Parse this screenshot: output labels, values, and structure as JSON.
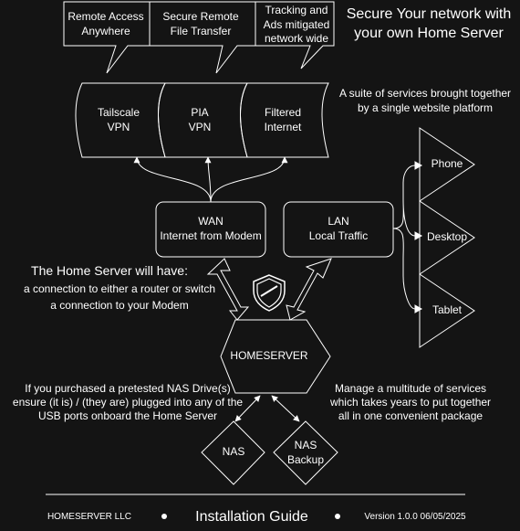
{
  "headline": [
    "Secure Your network with",
    "your own Home Server"
  ],
  "callouts": [
    {
      "lines": [
        "Remote Access",
        "Anywhere"
      ]
    },
    {
      "lines": [
        "Secure Remote",
        "File Transfer"
      ]
    },
    {
      "lines": [
        "Tracking and",
        "Ads mitigated",
        "network wide"
      ]
    }
  ],
  "services": [
    {
      "lines": [
        "Tailscale",
        "VPN"
      ]
    },
    {
      "lines": [
        "PIA",
        "VPN"
      ]
    },
    {
      "lines": [
        "Filtered",
        "Internet"
      ]
    }
  ],
  "suite_note": [
    "A suite of services brought together",
    "by a single website platform"
  ],
  "wan": [
    "WAN",
    "Internet from Modem"
  ],
  "lan": [
    "LAN",
    "Local Traffic"
  ],
  "devices": [
    "Phone",
    "Desktop",
    "Tablet"
  ],
  "home_server": "HOMESERVER",
  "requirements": {
    "title": "The Home Server will have:",
    "lines": [
      "a connection to either a router or switch",
      "a connection to your Modem"
    ]
  },
  "nas_note": [
    "If you purchased a pretested NAS Drive(s)",
    "ensure (it is) / (they are) plugged into any of the",
    "USB ports onboard the Home Server"
  ],
  "manage_note": [
    "Manage a multitude of services",
    "which takes years to put together",
    "all in one convenient package"
  ],
  "nas": [
    "NAS"
  ],
  "nas_backup": [
    "NAS",
    "Backup"
  ],
  "footer": {
    "company": "HOMESERVER LLC",
    "title": "Installation Guide",
    "version": "Version 1.0.0 06/05/2025"
  },
  "colors": {
    "background": "#141414",
    "stroke": "#ffffff",
    "text": "#ffffff"
  }
}
